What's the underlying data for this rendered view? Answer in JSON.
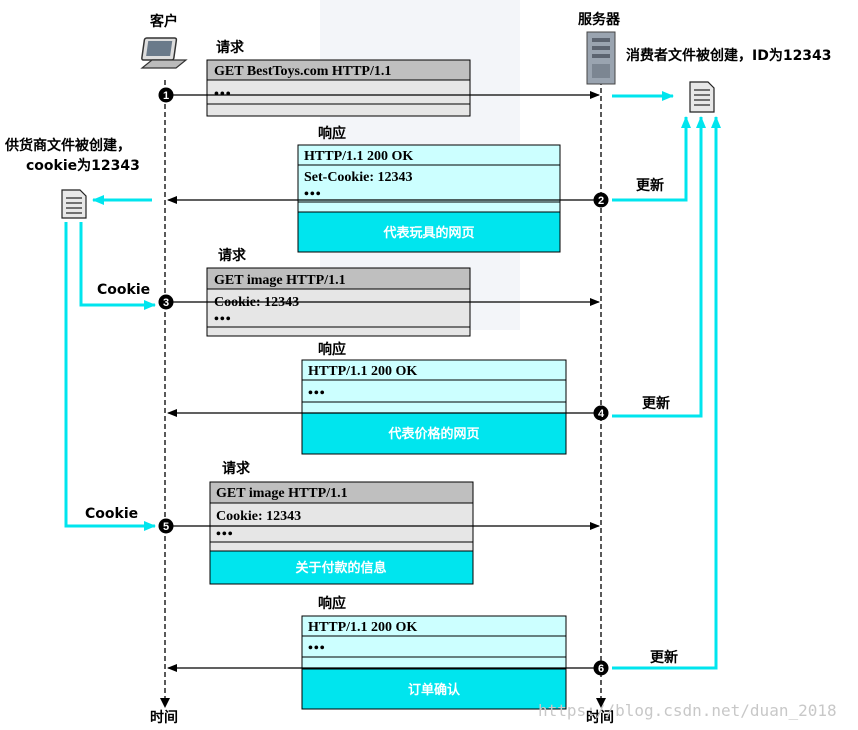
{
  "client_label": "客户",
  "server_label": "服务器",
  "time_label_left": "时间",
  "time_label_right": "时间",
  "server_file_label": "消费者文件被创建，ID为12343",
  "vendor_file_label_line1": "供货商文件被创建，",
  "vendor_file_label_line2": "cookie为12343",
  "messages": [
    {
      "step": "1",
      "caption": "请求",
      "lines": [
        "GET   BestToys.com  HTTP/1.1",
        "•••"
      ],
      "band": ""
    },
    {
      "step": "2",
      "caption": "响应",
      "lines": [
        "HTTP/1.1   200  OK",
        "Set-Cookie: 12343",
        "•••"
      ],
      "band": "代表玩具的网页"
    },
    {
      "step": "3",
      "caption": "请求",
      "lines": [
        "GET   image  HTTP/1.1",
        "Cookie: 12343",
        "•••"
      ],
      "band": ""
    },
    {
      "step": "4",
      "caption": "响应",
      "lines": [
        "HTTP/1.1   200  OK",
        "•••"
      ],
      "band": "代表价格的网页"
    },
    {
      "step": "5",
      "caption": "请求",
      "lines": [
        "GET   image  HTTP/1.1",
        "Cookie: 12343",
        "•••"
      ],
      "band": "关于付款的信息"
    },
    {
      "step": "6",
      "caption": "响应",
      "lines": [
        "HTTP/1.1   200  OK",
        "•••"
      ],
      "band": "订单确认"
    }
  ],
  "cookie_label_3": "Cookie",
  "cookie_label_5": "Cookie",
  "update_label_2": "更新",
  "update_label_4": "更新",
  "update_label_6": "更新",
  "watermark": "https://blog.csdn.net/duan_2018",
  "colors": {
    "cyan": "#00e5ee",
    "light_cyan": "#ccffff",
    "gray_header": "#bfbfbf",
    "gray_body": "#e6e6e6"
  }
}
